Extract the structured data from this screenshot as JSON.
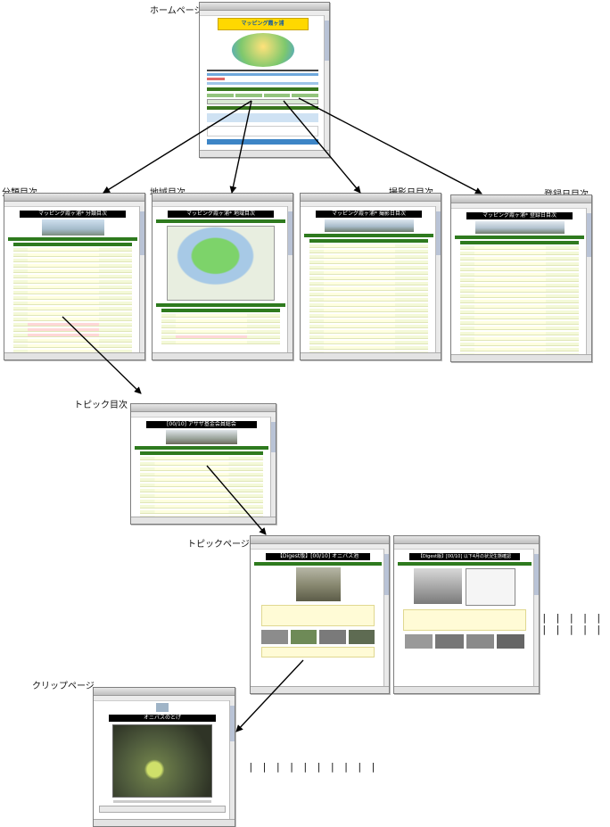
{
  "labels": {
    "home": "ホームページ",
    "category_index": "分類目次",
    "region_index": "地域目次",
    "shoot_date_index": "撮影日目次",
    "register_date_index": "登録日目次",
    "topic_index": "トピック目次",
    "topic_page": "トピックページ",
    "clip_page": "クリップページ"
  },
  "ellipsis": {
    "topic_more": "| | | | | | | | | |",
    "clip_more": "| | | | | | | | | |"
  },
  "screens": {
    "home_banner": "マッピング霞ヶ浦",
    "category_title": "マッピング霞ヶ浦* 分類目次",
    "region_title": "マッピング霞ヶ浦* 地域目次",
    "shoot_title": "マッピング霞ヶ浦* 撮影日目次",
    "register_title": "マッピング霞ヶ浦* 登録日目次",
    "topic_index_title": "[00/10] アサザ基金会員総会",
    "topic_page_1_title": "【Digest版】[00/10] オニバス池",
    "topic_page_2_title": "【Digest版】[00/10] 以下4月の状況生態確認",
    "clip_title": "オニバスのとげ"
  }
}
